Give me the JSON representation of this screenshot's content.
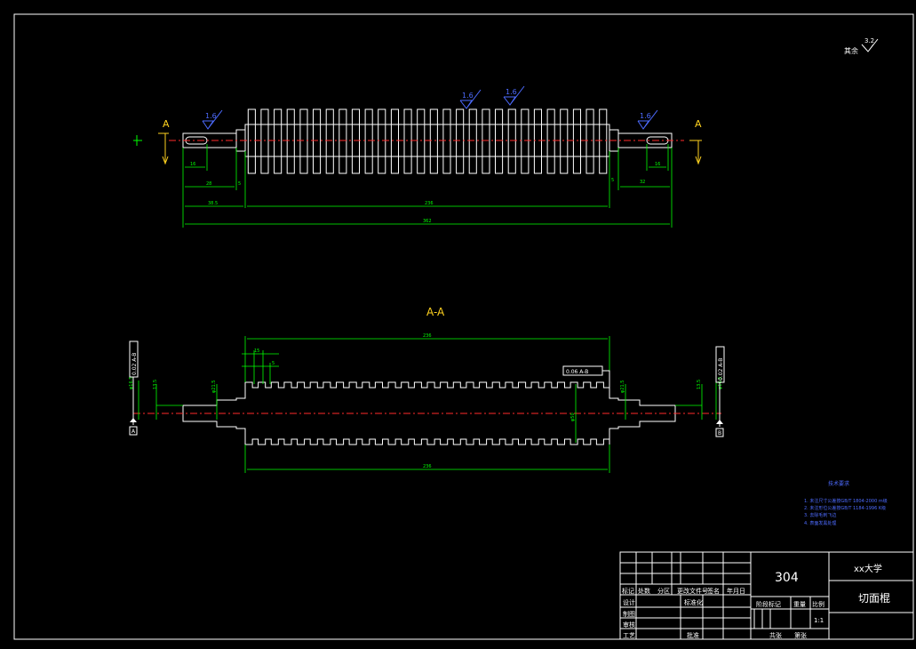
{
  "colors": {
    "background": "#000000",
    "outline": "#ffffff",
    "dimension": "#00ff00",
    "centerline": "#ff2a2a",
    "roughness": "#4d6bff",
    "section_label": "#ffd21f",
    "hatch": "#40d0ff"
  },
  "corner_roughness": {
    "label": "其余",
    "value": "3.2"
  },
  "front_view": {
    "section_letter_left": "A",
    "section_letter_right": "A",
    "roughness": [
      "1.6",
      "1.6",
      "1.6",
      "1.6"
    ],
    "dims": {
      "left_keyway": "16",
      "right_keyway": "16",
      "left_shaft": "28",
      "left_shoulder": "5",
      "right_shoulder": "5",
      "right_shaft": "32",
      "left_total": "38.5",
      "roller": "236",
      "overall": "362"
    }
  },
  "section_view": {
    "title": "A-A",
    "dims": {
      "top_length": "236",
      "pitch_a": "15",
      "pitch_b": "5",
      "bottom_length": "236",
      "left_dia": "φ16.5",
      "left_neck": "φ21.5",
      "right_dia": "φ16.5",
      "right_neck": "φ21.5",
      "inner_dia": "φ50",
      "left_depth": "13.5",
      "right_depth": "13.5"
    },
    "tolerance_left": "0.02 A-B",
    "tolerance_mid": "0.06 A-B",
    "tolerance_right": "0.02 A-B",
    "datum_left": "A",
    "datum_right": "B"
  },
  "tech_requirements": {
    "title": "技术要求",
    "items": [
      "1. 未注尺寸公差按GB/T 1804-2000 m级",
      "2. 未注形位公差按GB/T 1184-1996 K级",
      "3. 去除毛刺飞边",
      "4. 表面发黑处理"
    ]
  },
  "title_block": {
    "material": "304",
    "school": "xx大学",
    "part_name": "切面棍",
    "header_row": [
      "标记",
      "处数",
      "分区",
      "更改文件号",
      "签名",
      "年月日"
    ],
    "roles": [
      "设计",
      "制图",
      "审核",
      "工艺"
    ],
    "standardization": "标准化",
    "approve": "批准",
    "stage_mark": "阶段标记",
    "weight": "重量",
    "scale_label": "比例",
    "scale": "1:1",
    "sheets_total": "共张",
    "sheet_no": "第张"
  }
}
